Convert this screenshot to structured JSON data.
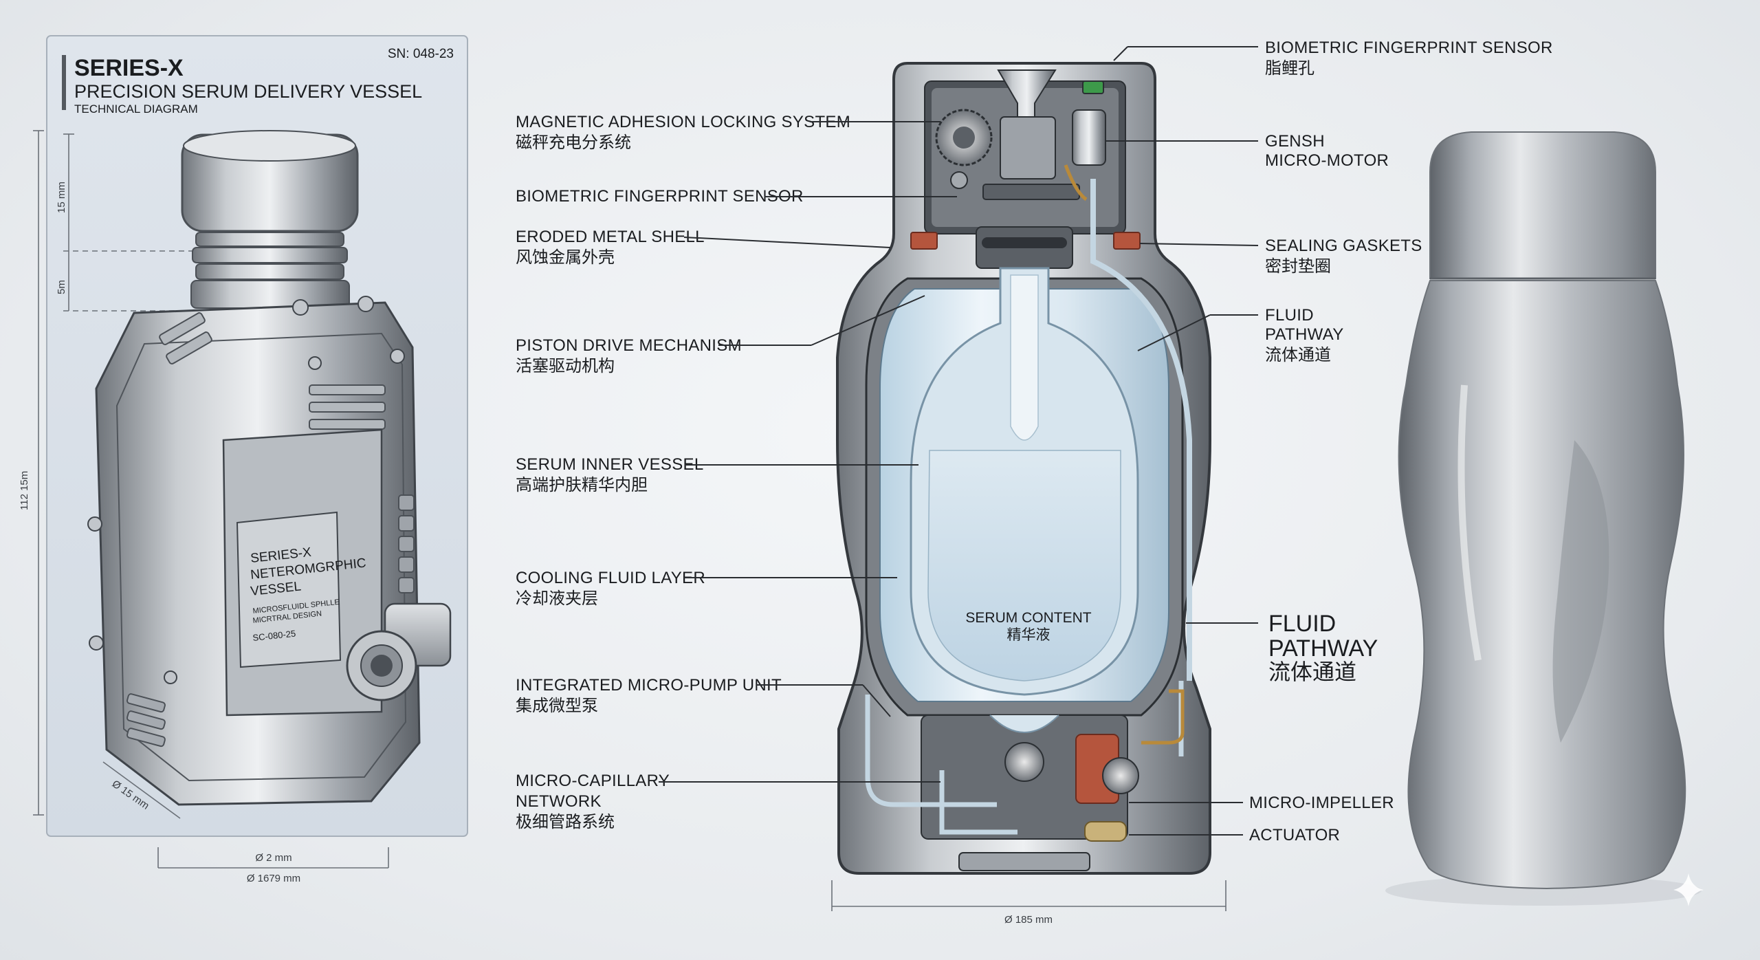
{
  "left_panel": {
    "title": "SERIES-X",
    "subtitle": "PRECISION SERUM DELIVERY VESSEL",
    "caption": "TECHNICAL DIAGRAM",
    "serial": "SN: 048-23",
    "plate_lines": [
      "SERIES-X",
      "NETEROMGRPHIC",
      "VESSEL",
      "MICROSFLUIDL SPHLLE",
      "MICRTRAL DESIGN",
      "SC-080-25"
    ],
    "dims": {
      "cap_height": "15 mm",
      "neck_height": "5m",
      "total_height": "112 15m",
      "depth": "Ø 15 mm",
      "width_inner": "Ø 2 mm",
      "width_outer": "Ø 1679 mm"
    }
  },
  "center_labels": {
    "magnetic": {
      "en": "MAGNETIC ADHESION LOCKING SYSTEM",
      "zh": "磁秤充电分系统"
    },
    "biometric_left": {
      "en": "BIOMETRIC FINGERPRINT SENSOR"
    },
    "eroded": {
      "en": "ERODED METAL SHELL",
      "zh": "风蚀金属外壳"
    },
    "piston": {
      "en": "PISTON DRIVE MECHANISM",
      "zh": "活塞驱动机构"
    },
    "serum_vessel": {
      "en": "SERUM INNER VESSEL",
      "zh": "高端护肤精华内胆"
    },
    "cooling": {
      "en": "COOLING FLUID LAYER",
      "zh": "冷却液夹层"
    },
    "pump": {
      "en": "INTEGRATED MICRO-PUMP UNIT",
      "zh": "集成微型泵"
    },
    "capillary": {
      "en1": "MICRO-CAPILLARY",
      "en2": "NETWORK",
      "zh": "极细管路系统"
    },
    "serum_content": {
      "en": "SERUM CONTENT",
      "zh": "精华液"
    },
    "bottom_dim": "Ø 185 mm"
  },
  "right_labels": {
    "biometric_right": {
      "en": "BIOMETRIC FINGERPRINT SENSOR",
      "zh": "脂鲤孔"
    },
    "gensh": {
      "en1": "GENSH",
      "en2": "MICRO-MOTOR"
    },
    "gaskets": {
      "en": "SEALING GASKETS",
      "zh": "密封垫圈"
    },
    "fluid1": {
      "en1": "FLUID",
      "en2": "PATHWAY",
      "zh": "流体通道"
    },
    "fluid2": {
      "en1": "FLUID",
      "en2": "PATHWAY",
      "zh": "流体通道"
    },
    "impeller": {
      "en": "MICRO-IMPELLER"
    },
    "actuator": {
      "en": "ACTUATOR"
    }
  }
}
